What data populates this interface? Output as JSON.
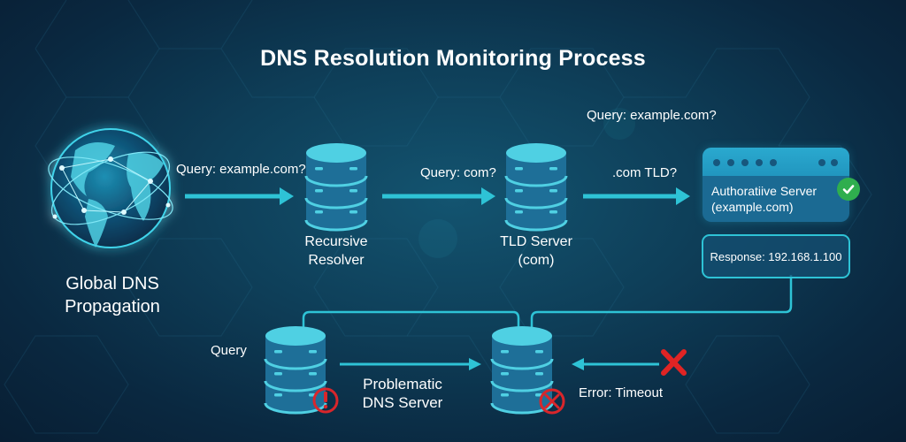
{
  "title": "DNS Resolution Monitoring Process",
  "colors": {
    "accent": "#2ec3d6",
    "server_body": "#1e6f98",
    "server_top": "#4fd0e3",
    "success": "#2fae4e",
    "error": "#e02424",
    "text": "#ffffff"
  },
  "nodes": {
    "globe": {
      "label_line1": "Global DNS",
      "label_line2": "Propagation",
      "icon": "globe-icon"
    },
    "recursive_resolver": {
      "label_line1": "Recursive",
      "label_line2": "Resolver",
      "icon": "database-server-icon"
    },
    "tld_server": {
      "label_line1": "TLD Server",
      "label_line2": "(com)",
      "icon": "database-server-icon"
    },
    "authoritative_server": {
      "label_line1": "Authoratiive Server",
      "label_line2": "(example.com)",
      "status_icon": "check-circle-icon"
    },
    "response": {
      "label": "Response: 192.168.1.100"
    },
    "problematic_server": {
      "label_line1": "Problematic",
      "label_line2": "DNS Server",
      "status_icon": "warning-exclamation-icon"
    },
    "failed_server": {
      "status_icon": "error-x-circle-icon"
    }
  },
  "edges": {
    "globe_to_resolver": "Query: example.com?",
    "resolver_to_tld": "Query: com?",
    "tld_to_auth": ".com TLD?",
    "auth_query_note": "Query: example.com?",
    "query_left": "Query",
    "error_timeout": "Error: Timeout"
  }
}
